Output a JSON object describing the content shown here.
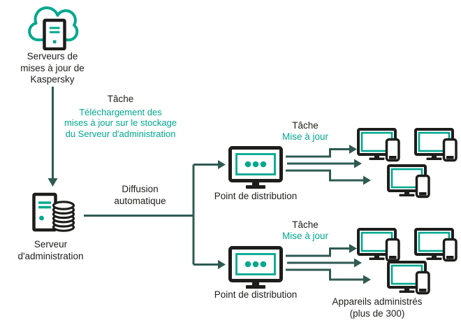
{
  "colors": {
    "accent_teal": "#00a88e",
    "line_dark": "#2f5a52",
    "icon_ink": "#1d1d1b",
    "background": "#ffffff"
  },
  "nodes": {
    "update_servers": {
      "icon": "cloud-server-icon",
      "label_lines": [
        "Serveurs de",
        "mises à jour de",
        "Kaspersky"
      ]
    },
    "admin_server": {
      "icon": "server-database-icon",
      "label_lines": [
        "Serveur",
        "d'administration"
      ]
    },
    "managed_devices": {
      "icon": "monitor-phone-icon",
      "label_lines": [
        "Appareils administrés",
        "(plus de 300)"
      ]
    }
  },
  "labels": {
    "download_task": {
      "title": "Tâche",
      "lines": [
        "Téléchargement des",
        "mises à jour sur le stockage",
        "du Serveur d'administration"
      ]
    },
    "diffusion": {
      "lines": [
        "Diffusion",
        "automatique"
      ]
    }
  },
  "distribution_points": [
    {
      "icon": "monitor-dots-icon",
      "label": "Point de distribution",
      "task_title": "Tâche",
      "task_subtitle": "Mise à jour"
    },
    {
      "icon": "monitor-dots-icon",
      "label": "Point de distribution",
      "task_title": "Tâche",
      "task_subtitle": "Mise à jour"
    }
  ]
}
